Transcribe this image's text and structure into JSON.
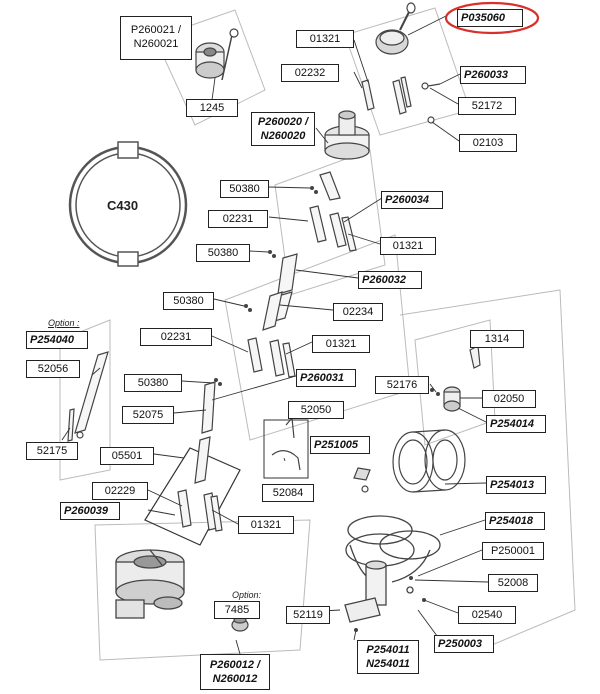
{
  "callouts": {
    "p260021": "P260021 /",
    "n260021": "N260021",
    "c1245": "1245",
    "p035060": "P035060",
    "c01321_top": "01321",
    "c02232": "02232",
    "p260033": "P260033",
    "c52172": "52172",
    "p260020": "P260020 /",
    "n260020": "N260020",
    "c02103": "02103",
    "c430": "C430",
    "c50380_a": "50380",
    "c02231_a": "02231",
    "p260034": "P260034",
    "c50380_b": "50380",
    "c01321_b": "01321",
    "p260032": "P260032",
    "c50380_c": "50380",
    "c02234": "02234",
    "option_a": "Option :",
    "p254040": "P254040",
    "c52056": "52056",
    "c02231_b": "02231",
    "c01321_c": "01321",
    "c1314": "1314",
    "c50380_d": "50380",
    "p260031": "P260031",
    "c52176": "52176",
    "c02050": "02050",
    "c52075": "52075",
    "c52050": "52050",
    "p254014": "P254014",
    "p251005": "P251005",
    "c52175": "52175",
    "c05501": "05501",
    "c52084": "52084",
    "p254013": "P254013",
    "c02229": "02229",
    "p260039": "P260039",
    "p254018": "P254018",
    "c01321_d": "01321",
    "p250001": "P250001",
    "c52008": "52008",
    "option_b": "Option:",
    "c7485": "7485",
    "c52119": "52119",
    "c02540": "02540",
    "p250003": "P250003",
    "p254011": "P254011",
    "n254011": "N254011",
    "p260012": "P260012 /",
    "n260012": "N260012"
  },
  "highlight_color": "#d9302b",
  "line_color": "#333333"
}
